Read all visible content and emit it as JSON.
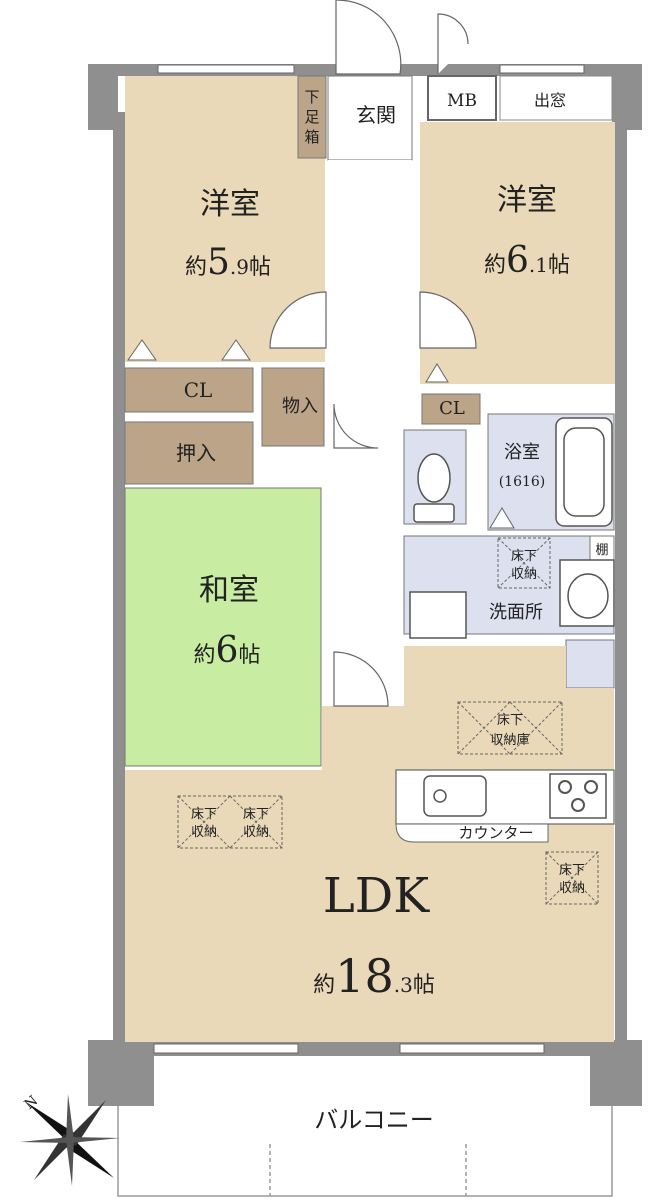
{
  "colors": {
    "wall": "#8f8f8f",
    "wall_dark": "#6d6d6d",
    "room_beige": "#e9d9b8",
    "closet": "#bba488",
    "washitsu": "#c8eda2",
    "bath": "#dce0ef",
    "corridor": "#ffffff",
    "balcony_line": "#9a9a9a"
  },
  "rooms": {
    "western_left": {
      "name": "洋室",
      "size_prefix": "約",
      "size_big": "5",
      "size_small": ".9",
      "size_suffix": "帖"
    },
    "western_right": {
      "name": "洋室",
      "size_prefix": "約",
      "size_big": "6",
      "size_small": ".1",
      "size_suffix": "帖"
    },
    "washitsu": {
      "name": "和室",
      "size_prefix": "約",
      "size_big": "6",
      "size_suffix": "帖"
    },
    "ldk": {
      "name": "LDK",
      "size_prefix": "約",
      "size_big": "18",
      "size_small": ".3",
      "size_suffix": "帖"
    },
    "bathroom": {
      "name": "浴室",
      "code": "(1616)"
    },
    "washroom": {
      "name": "洗面所"
    }
  },
  "labels": {
    "entrance": "玄関",
    "shoe_cabinet": [
      "下",
      "足",
      "箱"
    ],
    "mb": "MB",
    "bay_window": "出窓",
    "closet_left": "CL",
    "closet_right": "CL",
    "storage": "物入",
    "oshiire": "押入",
    "shelf": "棚",
    "counter": "カウンター",
    "balcony": "バルコニー",
    "underfloor": [
      "床下",
      "収納"
    ],
    "underfloor_ko": [
      "床下",
      "収納庫"
    ],
    "compass": "N"
  }
}
